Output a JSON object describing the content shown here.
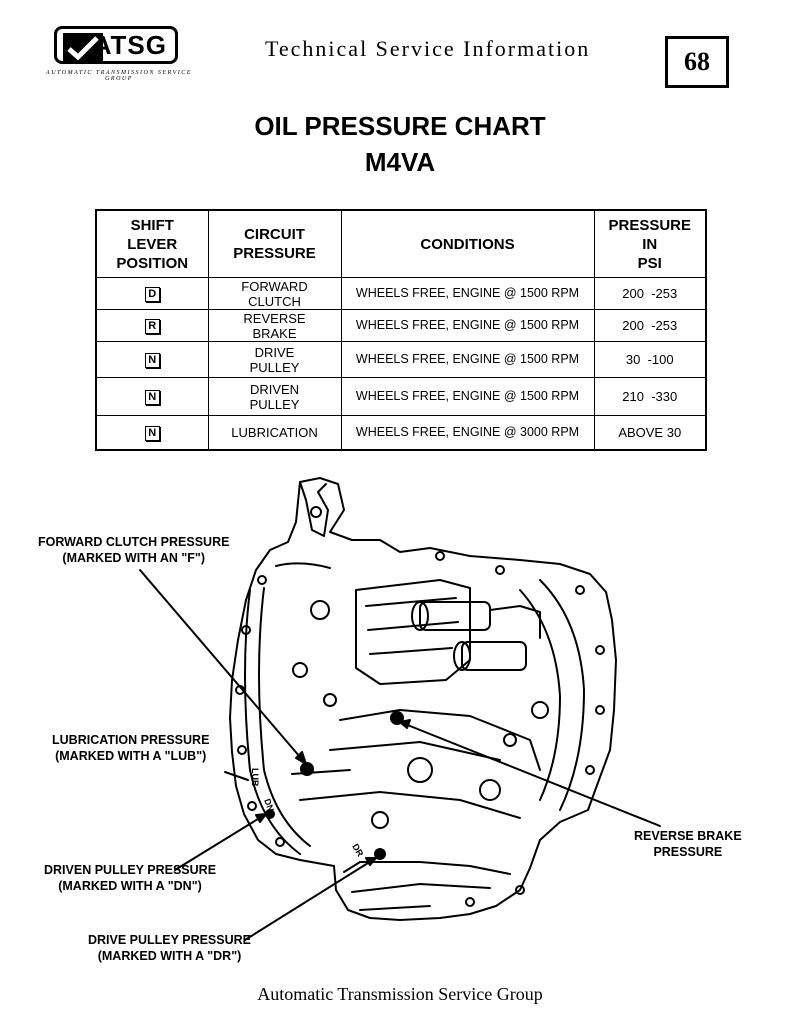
{
  "header": {
    "logo_text": "ATSG",
    "logo_subtext": "AUTOMATIC TRANSMISSION SERVICE GROUP",
    "title": "Technical Service Information",
    "page_number": "68"
  },
  "title": {
    "line1": "OIL PRESSURE CHART",
    "line2": "M4VA"
  },
  "table": {
    "headers": {
      "shift": [
        "SHIFT",
        "LEVER",
        "POSITION"
      ],
      "circuit": [
        "CIRCUIT",
        "PRESSURE"
      ],
      "conditions": "CONDITIONS",
      "pressure": [
        "PRESSURE",
        "IN",
        "PSI"
      ]
    },
    "rows": [
      {
        "position": "D",
        "circuit": [
          "FORWARD",
          "CLUTCH"
        ],
        "conditions": "WHEELS FREE, ENGINE @ 1500 RPM",
        "pressure": "200  -253"
      },
      {
        "position": "R",
        "circuit": [
          "REVERSE",
          "BRAKE"
        ],
        "conditions": "WHEELS FREE, ENGINE @ 1500 RPM",
        "pressure": "200  -253"
      },
      {
        "position": "N",
        "circuit": [
          "DRIVE",
          "PULLEY"
        ],
        "conditions": "WHEELS FREE, ENGINE @ 1500 RPM",
        "pressure": "30  -100"
      },
      {
        "position": "N",
        "circuit": [
          "DRIVEN",
          "PULLEY"
        ],
        "conditions": "WHEELS FREE, ENGINE @ 1500 RPM",
        "pressure": "210  -330"
      },
      {
        "position": "N",
        "circuit": [
          "LUBRICATION"
        ],
        "conditions": "WHEELS FREE, ENGINE @ 3000 RPM",
        "pressure": "ABOVE 30"
      }
    ]
  },
  "diagram": {
    "port_labels": {
      "lub": "LUB",
      "dn": "DN",
      "dr": "DR"
    },
    "callouts": {
      "forward_clutch": [
        "FORWARD CLUTCH PRESSURE",
        "(MARKED WITH AN \"F\")"
      ],
      "lubrication": [
        "LUBRICATION PRESSURE",
        "(MARKED WITH A \"LUB\")"
      ],
      "driven_pulley": [
        "DRIVEN PULLEY PRESSURE",
        "(MARKED WITH A \"DN\")"
      ],
      "drive_pulley": [
        "DRIVE PULLEY PRESSURE",
        "(MARKED WITH A \"DR\")"
      ],
      "reverse_brake": [
        "REVERSE BRAKE",
        "PRESSURE"
      ]
    }
  },
  "footer": {
    "text": "Automatic Transmission Service Group"
  }
}
